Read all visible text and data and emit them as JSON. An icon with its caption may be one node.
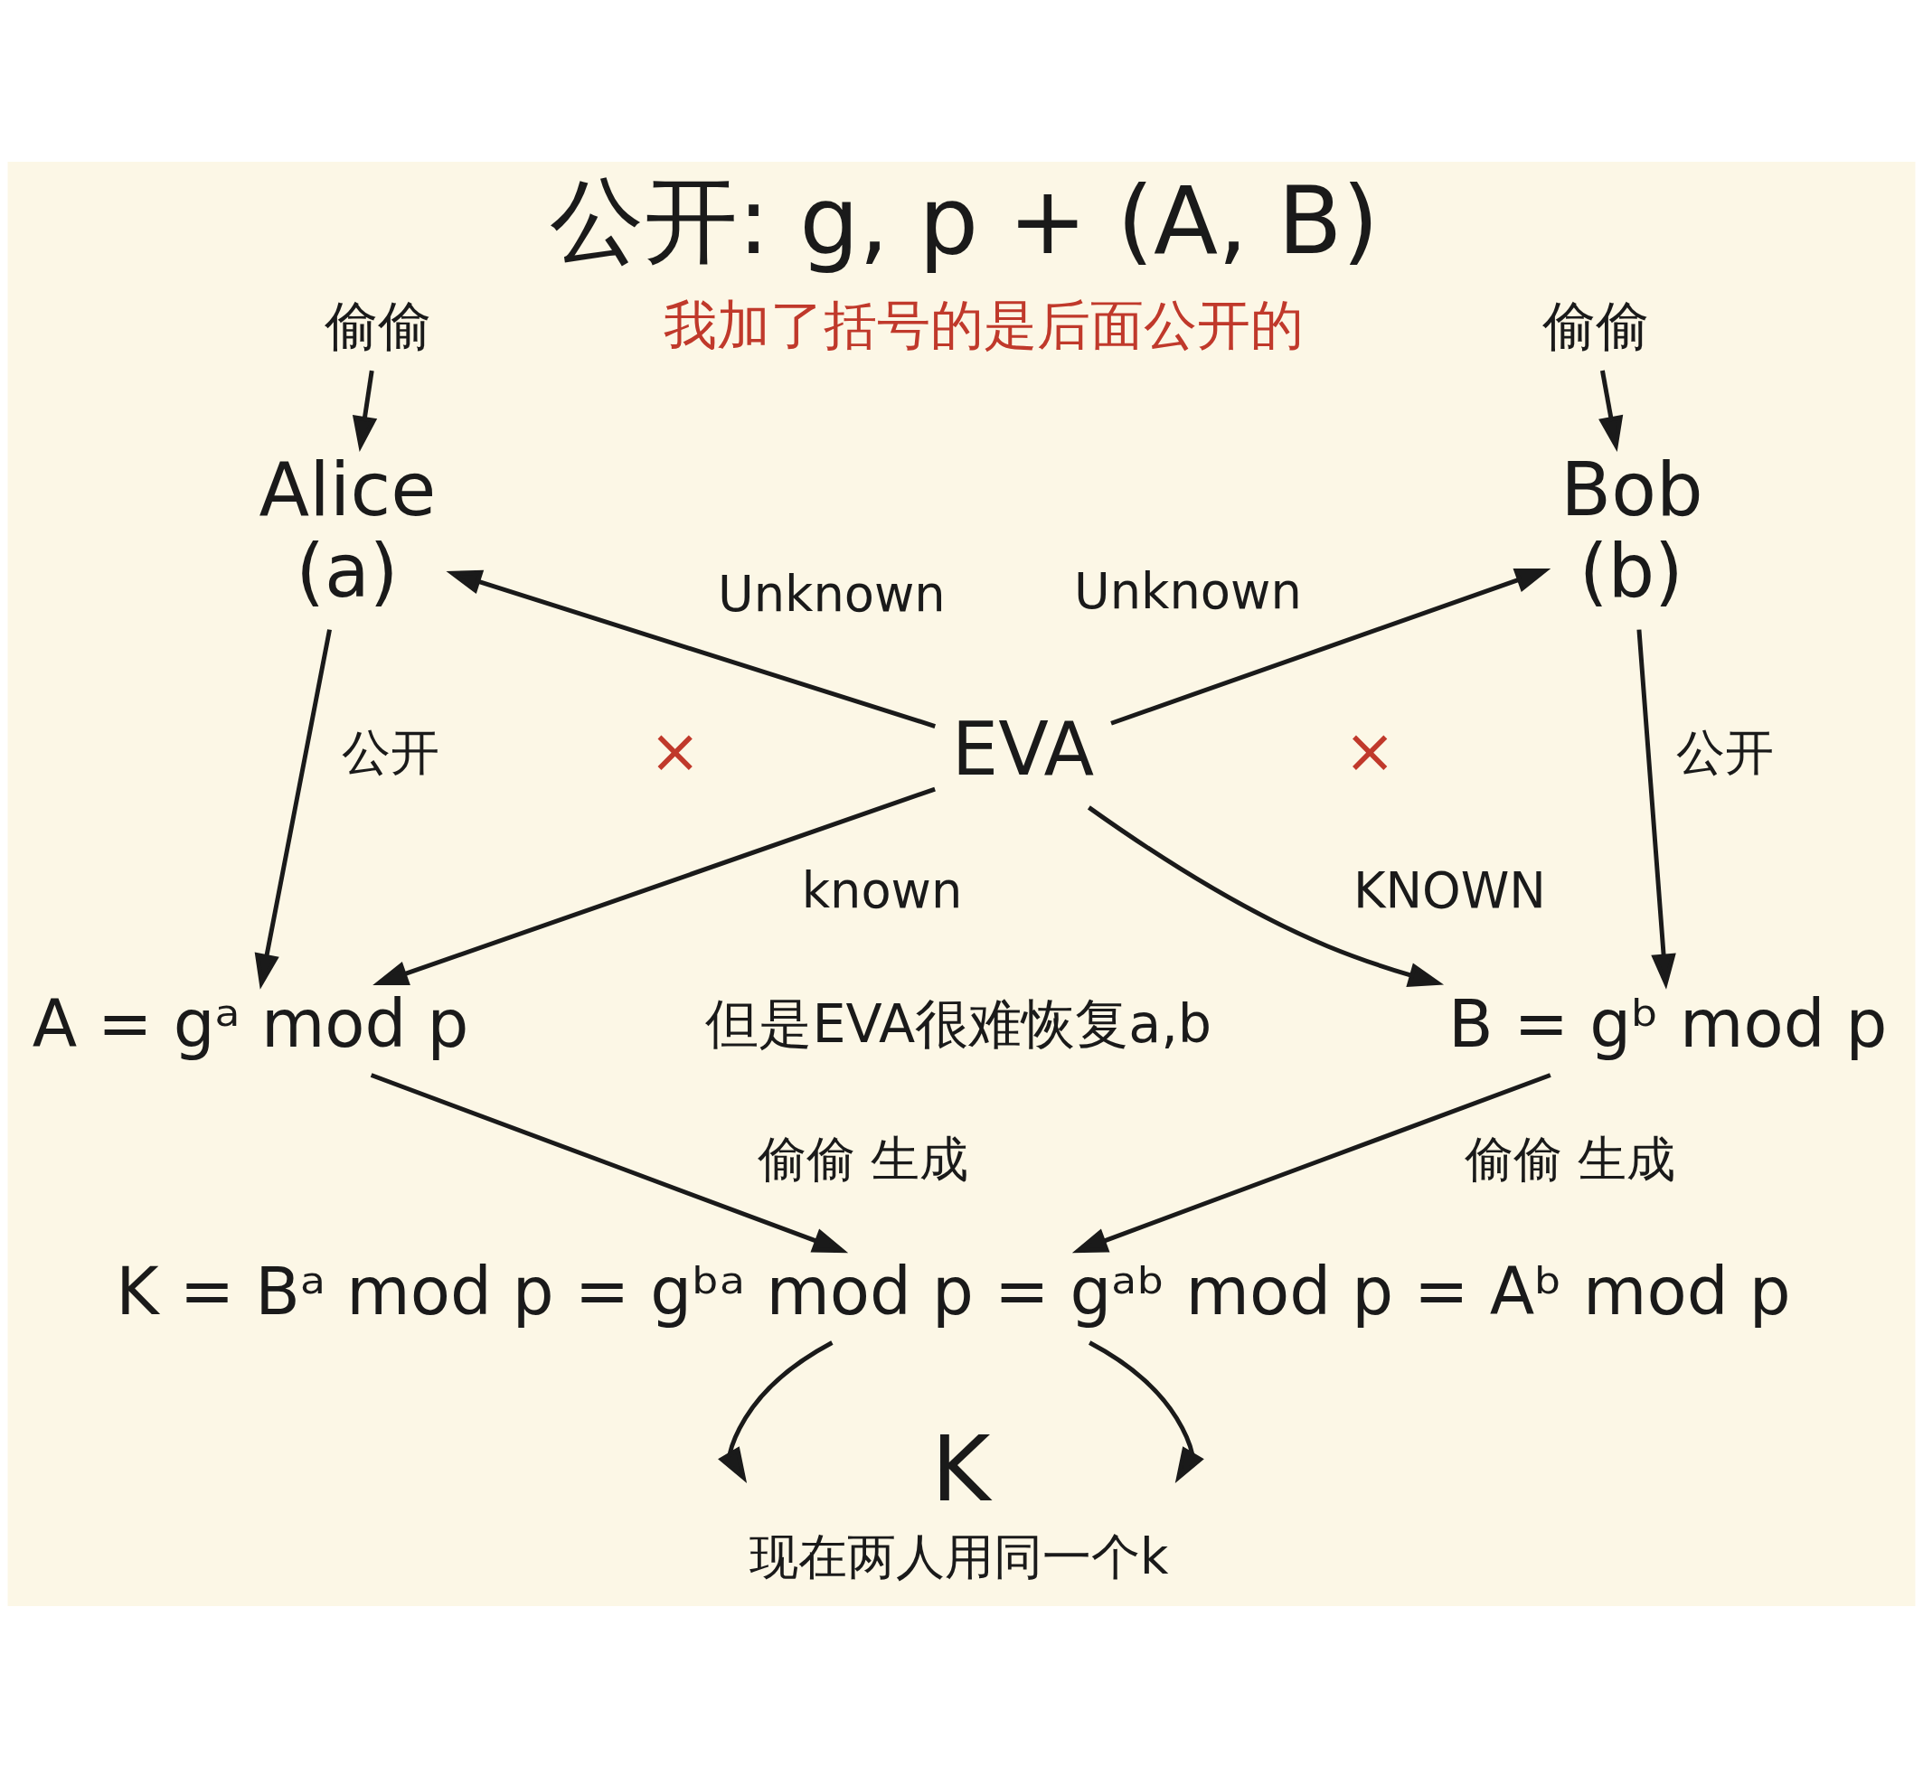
{
  "diagram": {
    "title": "公开: g, p + (A, B)",
    "nodes": [
      {
        "text": [
          "偷偷"
        ]
      },
      {
        "text": [
          "Alice",
          "(a)"
        ]
      },
      {
        "text": [
          "Bob",
          "(b)"
        ]
      },
      {
        "text": [
          "偷偷"
        ]
      },
      {
        "text": [
          "EVA"
        ]
      },
      {
        "text": [
          "A = gᵃ mod p"
        ]
      },
      {
        "text": [
          "B = gᵇ mod p"
        ]
      },
      {
        "text": [
          "K = Bᵃ mod p = gᵇᵃ mod p = gᵃᵇ mod p = Aᵇ mod p"
        ]
      },
      {
        "text": [
          "K"
        ],
        "beside": [
          "现在两人用同一个k"
        ]
      }
    ],
    "edges": [
      {
        "from": 0,
        "to": 1,
        "arrow": "to"
      },
      {
        "from": 3,
        "to": 2,
        "arrow": "to"
      },
      {
        "from": 4,
        "to": 1,
        "arrow": "to",
        "label": "Unknown"
      },
      {
        "from": 4,
        "to": 2,
        "arrow": "to",
        "label": "Unknown"
      },
      {
        "from": 1,
        "to": 5,
        "arrow": "to",
        "label": "公开"
      },
      {
        "from": 2,
        "to": 6,
        "arrow": "to",
        "label": "公开"
      },
      {
        "from": 4,
        "to": 5,
        "arrow": "to",
        "label": "known"
      },
      {
        "from": 4,
        "to": 6,
        "arrow": "to",
        "label": "KNOWN"
      },
      {
        "from": 5,
        "to": 7,
        "arrow": "to",
        "label": "偷偷 生成"
      },
      {
        "from": 6,
        "to": 7,
        "arrow": "to",
        "label": "偷偷 生成"
      },
      {
        "from": 7,
        "to": 8,
        "arrow": "to"
      },
      {
        "from": 7,
        "to": 8,
        "arrow": "to"
      }
    ],
    "labels": [
      "我加了括号的是后面公开的",
      "×",
      "×",
      "但是EVA很难恢复a,b"
    ]
  }
}
